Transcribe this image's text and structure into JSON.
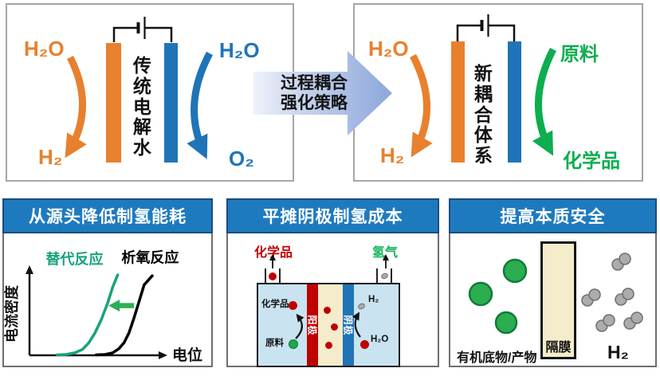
{
  "colors": {
    "orange": "#E8802E",
    "blue": "#1F74B8",
    "green": "#0DAE4F",
    "teal": "#17A27B",
    "red": "#C00000",
    "titleblue": "#1E7ABF",
    "cellblue": "#C9E3F1",
    "beige": "#F5ECCB",
    "arrow_green": "#2BB054",
    "gray_molecule": "#ACACAC"
  },
  "top_left": {
    "h2o_left": "H₂O",
    "h2o_right": "H₂O",
    "h2_out": "H₂",
    "o2_out": "O₂",
    "center": "传统电解水"
  },
  "strategy_arrow": {
    "line1": "过程耦合",
    "line2": "强化策略"
  },
  "top_right": {
    "h2o_in": "H₂O",
    "feedstock_in": "原料",
    "h2_out": "H₂",
    "chemical_out": "化学品",
    "center": "新耦合体系"
  },
  "panels": {
    "energy": {
      "title": "从源头降低制氢能耗"
    },
    "cost": {
      "title": "平摊阴极制氢成本",
      "chemical_top": "化学品",
      "hydrogen_top": "氢气",
      "anode": "阳极",
      "cathode": "阴极",
      "chemical_in": "化学品",
      "feedstock": "原料",
      "h2": "H₂",
      "h2o": "H₂O"
    },
    "safety": {
      "title": "提高本质安全",
      "membrane": "隔膜",
      "organics": "有机底物/产物",
      "h2": "H₂"
    }
  },
  "chart_data": {
    "type": "line",
    "title": "",
    "xlabel": "电位",
    "ylabel": "电流密度",
    "axis": {
      "x_range": [
        0,
        1
      ],
      "y_range": [
        0,
        1
      ],
      "grid": false,
      "ticks": "none"
    },
    "series": [
      {
        "name": "替代反应",
        "color": "#17A27B",
        "x": [
          0.22,
          0.29,
          0.36,
          0.42,
          0.47,
          0.52,
          0.57,
          0.62,
          0.66,
          0.7
        ],
        "y": [
          0.005,
          0.01,
          0.03,
          0.07,
          0.15,
          0.27,
          0.43,
          0.63,
          0.82,
          0.97
        ],
        "label_pos": [
          0.13,
          1.1
        ]
      },
      {
        "name": "析氧反应",
        "color": "#000000",
        "x": [
          0.53,
          0.6,
          0.66,
          0.71,
          0.75,
          0.79,
          0.83,
          0.87,
          0.91,
          0.975
        ],
        "y": [
          0.005,
          0.01,
          0.03,
          0.08,
          0.15,
          0.27,
          0.45,
          0.65,
          0.85,
          0.96
        ],
        "label_pos": [
          0.73,
          1.12
        ]
      }
    ],
    "annotations": [
      {
        "type": "arrow",
        "direction": "left",
        "x_from": 0.83,
        "x_to": 0.64,
        "y": 0.6,
        "color": "#2BB054"
      }
    ],
    "legend": "inline-labels"
  }
}
